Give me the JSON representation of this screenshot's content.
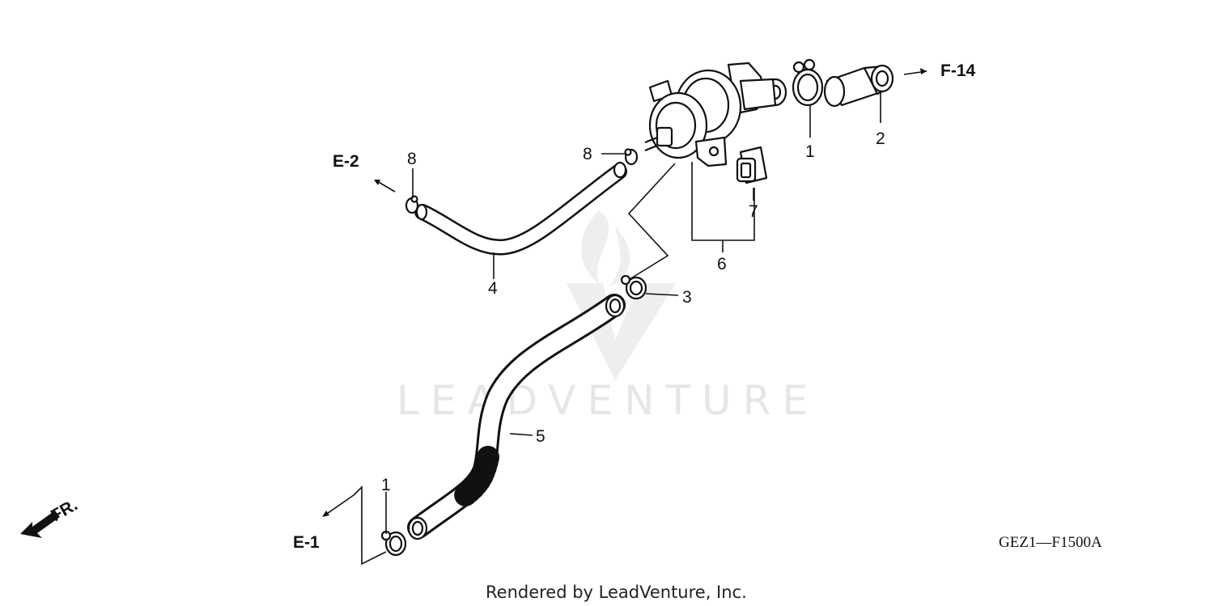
{
  "diagram": {
    "callouts": {
      "c1_top": "1",
      "c2": "2",
      "c3": "3",
      "c4": "4",
      "c5": "5",
      "c6": "6",
      "c7": "7",
      "c8_left": "8",
      "c8_mid": "8",
      "c1_bottom": "1"
    },
    "refs": {
      "f14": "F-14",
      "e2": "E-2",
      "e1": "E-1",
      "fr": "FR."
    },
    "diagram_code": "GEZ1—F1500A",
    "watermark": "LEADVENTURE",
    "footer": "Rendered by LeadVenture, Inc."
  }
}
